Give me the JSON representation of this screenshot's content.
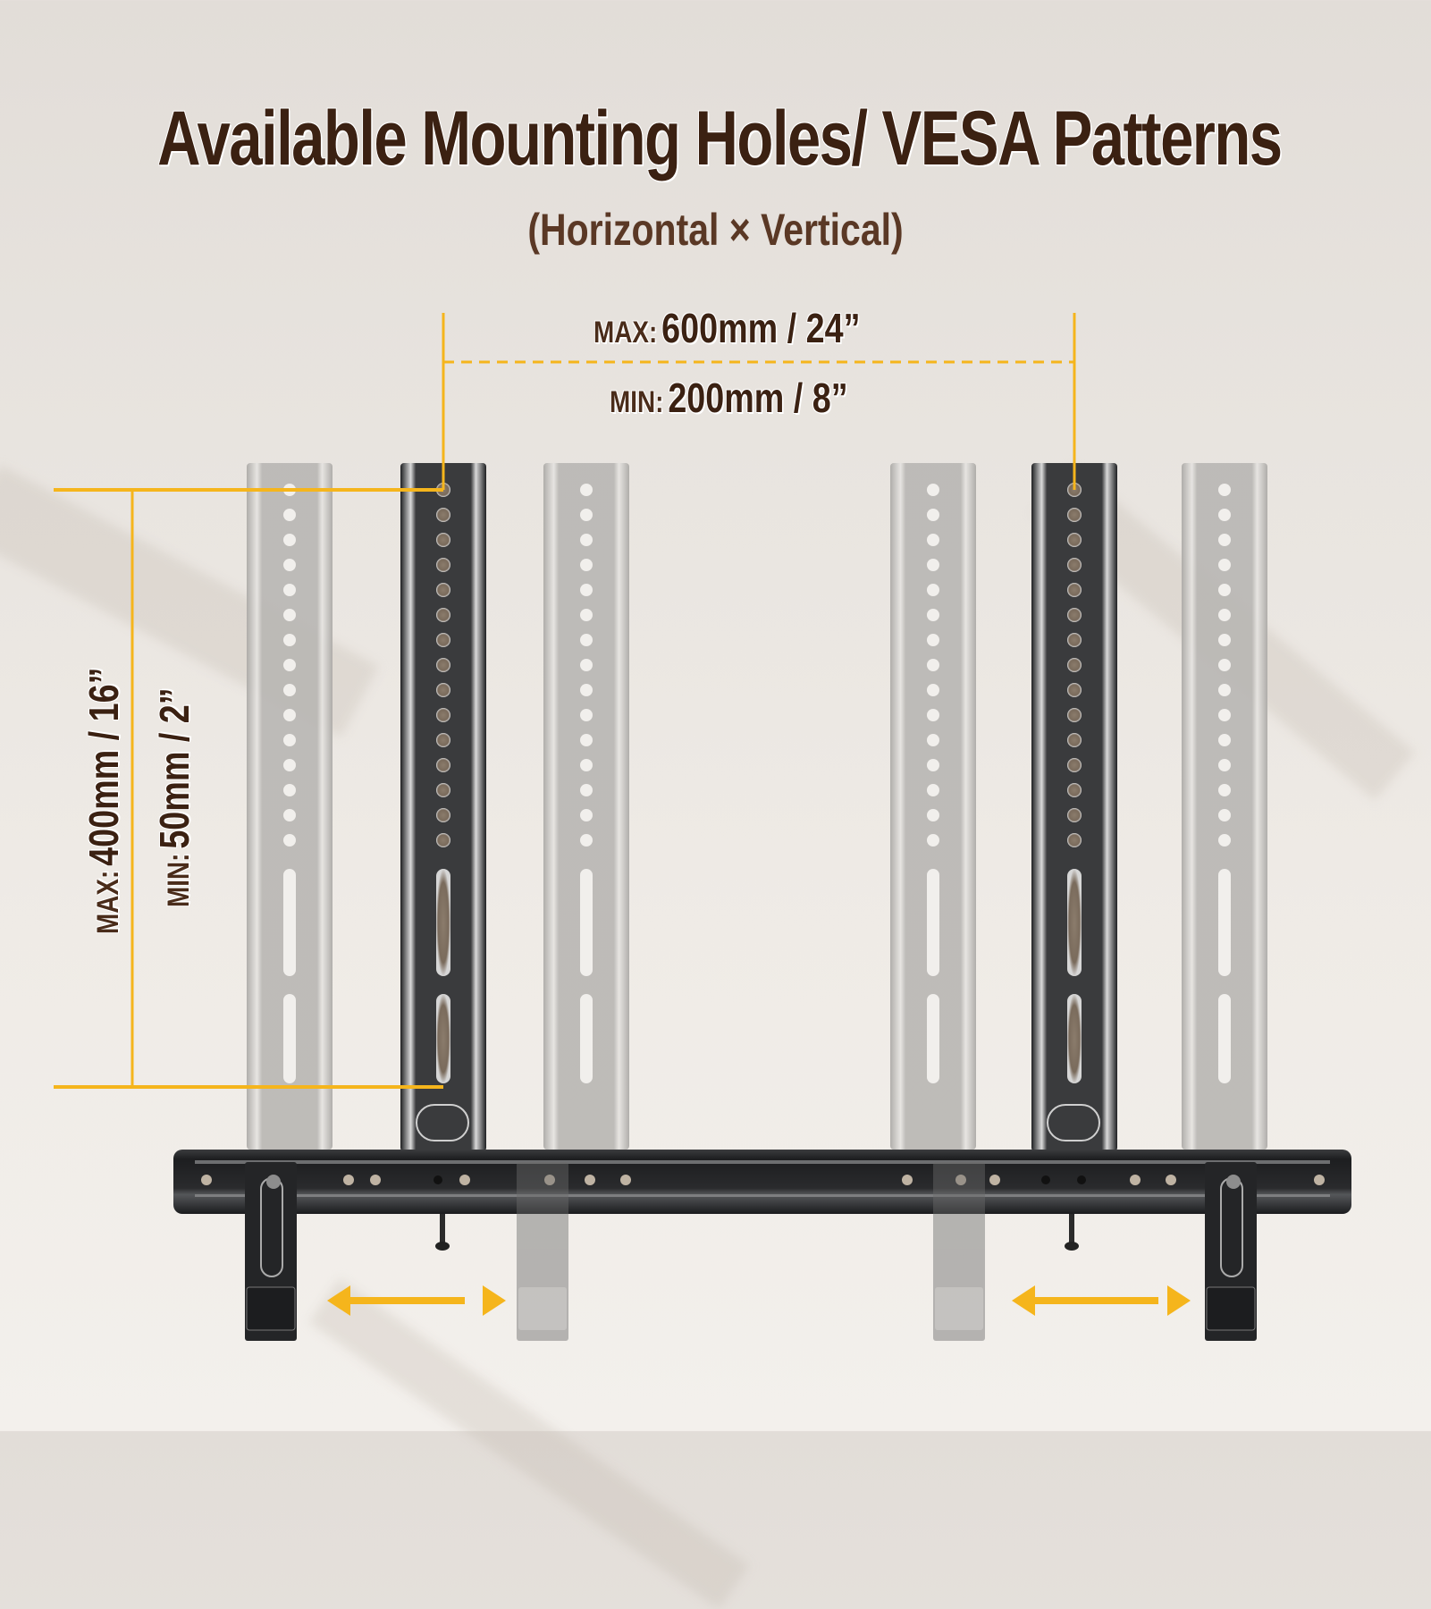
{
  "title": "Available Mounting Holes/ VESA Patterns",
  "subtitle": "(Horizontal × Vertical)",
  "horizontal": {
    "max": {
      "prefix": "MAX:",
      "value": "600mm / 24”"
    },
    "min": {
      "prefix": "MIN:",
      "value": "200mm / 8”"
    }
  },
  "vertical": {
    "max": {
      "prefix": "MAX:",
      "value": "400mm / 16”"
    },
    "min": {
      "prefix": "MIN:",
      "value": "50mm / 2”"
    }
  },
  "colors": {
    "accent": "#f5b51c",
    "title_text": "#3b2112",
    "subtitle_text": "#5a3825",
    "bracket_dark": "#2e2f31",
    "bracket_ghost": "#b9b7b4",
    "background": "#ebe7e2"
  },
  "icons": {
    "left_slide_arrow": "double-headed-arrow",
    "right_slide_arrow": "double-headed-arrow"
  }
}
